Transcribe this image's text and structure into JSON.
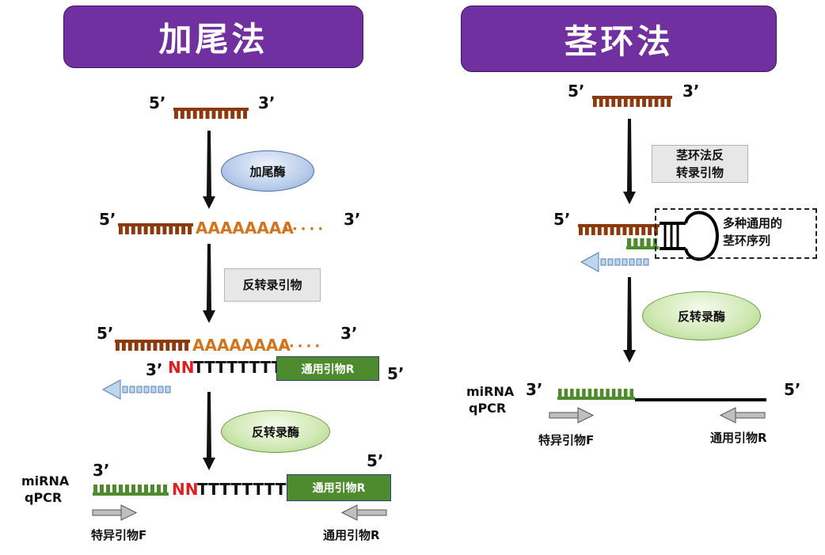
{
  "left": {
    "title": "加尾法",
    "five_prime": "5’",
    "three_prime": "3’",
    "enzyme_tailing": "加尾酶",
    "poly_a": "AAAAAAAA",
    "dots": "·····",
    "rt_primer": "反转录引物",
    "nn": "NN",
    "poly_t": "TTTTTTTT",
    "universal_primer_r": "通用引物R",
    "rt_enzyme": "反转录酶",
    "qpcr_label_line1": "miRNA",
    "qpcr_label_line2": "qPCR",
    "specific_primer_f": "特异引物F",
    "universal_primer_r_bottom": "通用引物R"
  },
  "right": {
    "title": "茎环法",
    "five_prime": "5’",
    "three_prime": "3’",
    "stem_loop_rt_primer_line1": "茎环法反",
    "stem_loop_rt_primer_line2": "转录引物",
    "stem_loop_seq_line1": "多种通用的",
    "stem_loop_seq_line2": "茎环序列",
    "rt_enzyme": "反转录酶",
    "qpcr_label_line1": "miRNA",
    "qpcr_label_line2": "qPCR",
    "specific_primer_f": "特异引物F",
    "universal_primer_r": "通用引物R"
  },
  "colors": {
    "title_bg": "#7030a0",
    "rna_strand": "#8b3a0e",
    "poly_a": "#d0741e",
    "cdna_strand": "#4e8a2e",
    "nn": "#e02020",
    "primer_arrow": "#bcd6ee"
  }
}
